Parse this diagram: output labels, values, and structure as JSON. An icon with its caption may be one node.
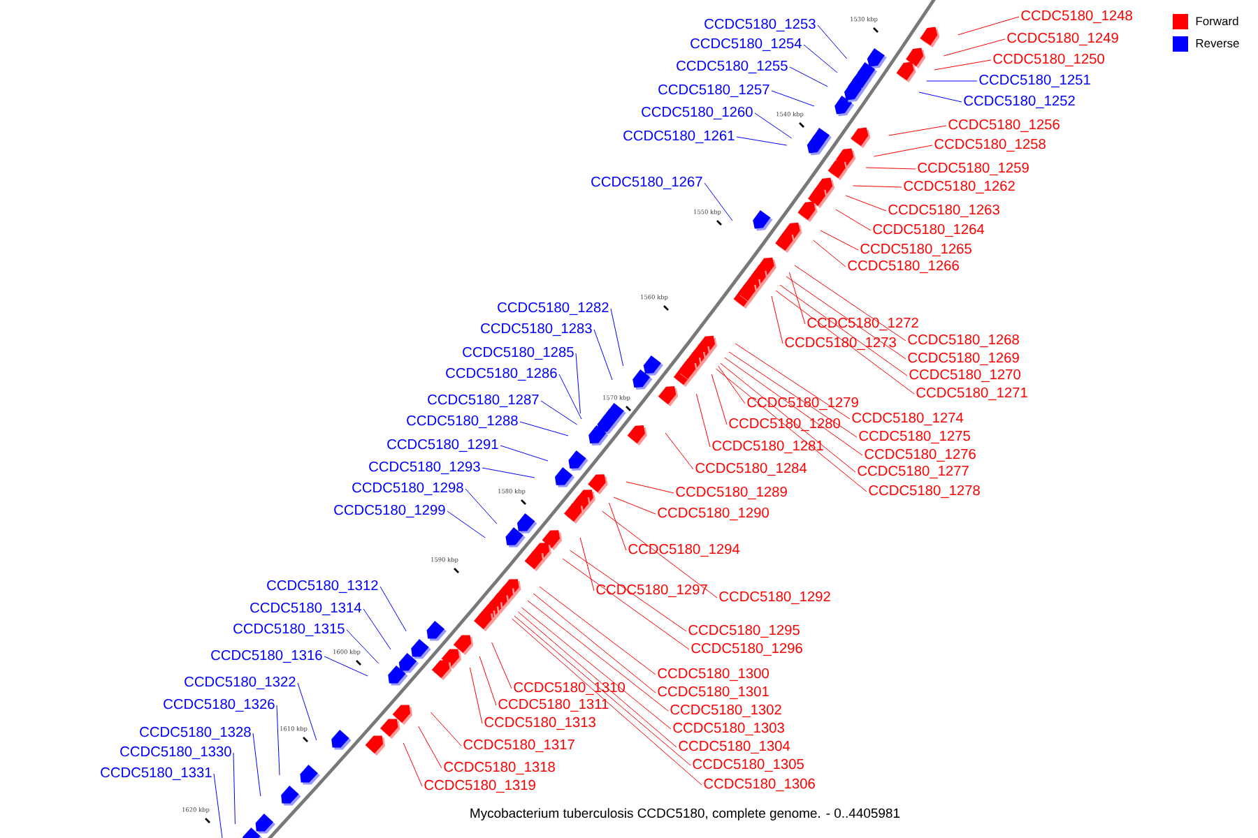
{
  "diagram": {
    "caption": "Mycobacterium tuberculosis CCDC5180, complete genome. - 0..4405981",
    "nodes": [
      {
        "text": [
          "CCDC5180_1248"
        ]
      },
      {
        "text": [
          "CCDC5180_1253"
        ]
      },
      {
        "text": [
          "CCDC5180_1249"
        ]
      },
      {
        "text": [
          "CCDC5180_1254"
        ]
      },
      {
        "text": [
          "CCDC5180_1250"
        ]
      },
      {
        "text": [
          "CCDC5180_1255"
        ]
      },
      {
        "text": [
          "CCDC5180_1251"
        ]
      },
      {
        "text": [
          "CCDC5180_1257"
        ]
      },
      {
        "text": [
          "CCDC5180_1252"
        ]
      },
      {
        "text": [
          "CCDC5180_1260"
        ]
      },
      {
        "text": [
          "CCDC5180_1256"
        ]
      },
      {
        "text": [
          "CCDC5180_1261"
        ]
      },
      {
        "text": [
          "CCDC5180_1258"
        ]
      },
      {
        "text": [
          "CCDC5180_1259"
        ]
      },
      {
        "text": [
          "CCDC5180_1267"
        ]
      },
      {
        "text": [
          "CCDC5180_1262"
        ]
      },
      {
        "text": [
          "CCDC5180_1263"
        ]
      },
      {
        "text": [
          "CCDC5180_1264"
        ]
      },
      {
        "text": [
          "CCDC5180_1265"
        ]
      },
      {
        "text": [
          "CCDC5180_1266"
        ]
      },
      {
        "text": [
          "CCDC5180_1282"
        ]
      },
      {
        "text": [
          "CCDC5180_1272"
        ]
      },
      {
        "text": [
          "CCDC5180_1283"
        ]
      },
      {
        "text": [
          "CCDC5180_1268"
        ]
      },
      {
        "text": [
          "CCDC5180_1273"
        ]
      },
      {
        "text": [
          "CCDC5180_1285"
        ]
      },
      {
        "text": [
          "CCDC5180_1269"
        ]
      },
      {
        "text": [
          "CCDC5180_1286"
        ]
      },
      {
        "text": [
          "CCDC5180_1270"
        ]
      },
      {
        "text": [
          "CCDC5180_1271"
        ]
      },
      {
        "text": [
          "CCDC5180_1287"
        ]
      },
      {
        "text": [
          "CCDC5180_1279"
        ]
      },
      {
        "text": [
          "CCDC5180_1274"
        ]
      },
      {
        "text": [
          "CCDC5180_1288"
        ]
      },
      {
        "text": [
          "CCDC5180_1280"
        ]
      },
      {
        "text": [
          "CCDC5180_1275"
        ]
      },
      {
        "text": [
          "CCDC5180_1291"
        ]
      },
      {
        "text": [
          "CCDC5180_1281"
        ]
      },
      {
        "text": [
          "CCDC5180_1276"
        ]
      },
      {
        "text": [
          "CCDC5180_1293"
        ]
      },
      {
        "text": [
          "CCDC5180_1284"
        ]
      },
      {
        "text": [
          "CCDC5180_1277"
        ]
      },
      {
        "text": [
          "CCDC5180_1298"
        ]
      },
      {
        "text": [
          "CCDC5180_1278"
        ]
      },
      {
        "text": [
          "CCDC5180_1289"
        ]
      },
      {
        "text": [
          "CCDC5180_1299"
        ]
      },
      {
        "text": [
          "CCDC5180_1290"
        ]
      },
      {
        "text": [
          "CCDC5180_1294"
        ]
      },
      {
        "text": [
          "CCDC5180_1312"
        ]
      },
      {
        "text": [
          "CCDC5180_1297"
        ]
      },
      {
        "text": [
          "CCDC5180_1292"
        ]
      },
      {
        "text": [
          "CCDC5180_1314"
        ]
      },
      {
        "text": [
          "CCDC5180_1315"
        ]
      },
      {
        "text": [
          "CCDC5180_1295"
        ]
      },
      {
        "text": [
          "CCDC5180_1296"
        ]
      },
      {
        "text": [
          "CCDC5180_1316"
        ]
      },
      {
        "text": [
          "CCDC5180_1300"
        ]
      },
      {
        "text": [
          "CCDC5180_1322"
        ]
      },
      {
        "text": [
          "CCDC5180_1310"
        ]
      },
      {
        "text": [
          "CCDC5180_1301"
        ]
      },
      {
        "text": [
          "CCDC5180_1326"
        ]
      },
      {
        "text": [
          "CCDC5180_1311"
        ]
      },
      {
        "text": [
          "CCDC5180_1302"
        ]
      },
      {
        "text": [
          "CCDC5180_1313"
        ]
      },
      {
        "text": [
          "CCDC5180_1303"
        ]
      },
      {
        "text": [
          "CCDC5180_1328"
        ]
      },
      {
        "text": [
          "CCDC5180_1317"
        ]
      },
      {
        "text": [
          "CCDC5180_1304"
        ]
      },
      {
        "text": [
          "CCDC5180_1330"
        ]
      },
      {
        "text": [
          "CCDC5180_1305"
        ]
      },
      {
        "text": [
          "CCDC5180_1318"
        ]
      },
      {
        "text": [
          "CCDC5180_1331"
        ]
      },
      {
        "text": [
          "CCDC5180_1306"
        ]
      },
      {
        "text": [
          "CCDC5180_1319"
        ]
      }
    ],
    "edges": [
      {
        "from": 0,
        "to": null,
        "arrow": "none"
      },
      {
        "from": 1,
        "to": null,
        "arrow": "none",
        "color": "#0000ff"
      },
      {
        "from": 2,
        "to": null,
        "arrow": "none"
      },
      {
        "from": 3,
        "to": null,
        "arrow": "none",
        "color": "#0000ff"
      },
      {
        "from": 4,
        "to": null,
        "arrow": "none"
      },
      {
        "from": 5,
        "to": null,
        "arrow": "none",
        "color": "#0000ff"
      },
      {
        "from": 6,
        "to": null,
        "arrow": "none",
        "color": "#0000ff"
      },
      {
        "from": 7,
        "to": null,
        "arrow": "none",
        "color": "#0000ff"
      },
      {
        "from": 8,
        "to": null,
        "arrow": "none",
        "color": "#0000ff"
      },
      {
        "from": 9,
        "to": null,
        "arrow": "none",
        "color": "#0000ff"
      },
      {
        "from": 10,
        "to": null,
        "arrow": "none"
      },
      {
        "from": 11,
        "to": null,
        "arrow": "none",
        "color": "#0000ff"
      },
      {
        "from": 12,
        "to": null,
        "arrow": "none"
      },
      {
        "from": 13,
        "to": null,
        "arrow": "none"
      },
      {
        "from": 14,
        "to": null,
        "arrow": "none",
        "color": "#0000ff"
      },
      {
        "from": 15,
        "to": null,
        "arrow": "none"
      },
      {
        "from": 16,
        "to": null,
        "arrow": "none"
      },
      {
        "from": 17,
        "to": null,
        "arrow": "none"
      },
      {
        "from": 18,
        "to": null,
        "arrow": "none"
      },
      {
        "from": 19,
        "to": null,
        "arrow": "none"
      },
      {
        "from": 20,
        "to": null,
        "arrow": "none",
        "color": "#0000ff"
      },
      {
        "from": 21,
        "to": null,
        "arrow": "none"
      },
      {
        "from": 22,
        "to": null,
        "arrow": "none",
        "color": "#0000ff"
      },
      {
        "from": 23,
        "to": null,
        "arrow": "none"
      },
      {
        "from": 24,
        "to": null,
        "arrow": "none"
      },
      {
        "from": 25,
        "to": null,
        "arrow": "none",
        "color": "#0000ff"
      },
      {
        "from": 26,
        "to": null,
        "arrow": "none"
      },
      {
        "from": 27,
        "to": null,
        "arrow": "none",
        "color": "#0000ff"
      },
      {
        "from": 28,
        "to": null,
        "arrow": "none"
      },
      {
        "from": 29,
        "to": null,
        "arrow": "none"
      },
      {
        "from": 30,
        "to": null,
        "arrow": "none",
        "color": "#0000ff"
      },
      {
        "from": 31,
        "to": null,
        "arrow": "none"
      },
      {
        "from": 32,
        "to": null,
        "arrow": "none"
      },
      {
        "from": 33,
        "to": null,
        "arrow": "none",
        "color": "#0000ff"
      },
      {
        "from": 34,
        "to": null,
        "arrow": "none"
      },
      {
        "from": 35,
        "to": null,
        "arrow": "none"
      },
      {
        "from": 36,
        "to": null,
        "arrow": "none",
        "color": "#0000ff"
      },
      {
        "from": 37,
        "to": null,
        "arrow": "none"
      },
      {
        "from": 38,
        "to": null,
        "arrow": "none"
      },
      {
        "from": 39,
        "to": null,
        "arrow": "none",
        "color": "#0000ff"
      },
      {
        "from": 40,
        "to": null,
        "arrow": "none"
      },
      {
        "from": 41,
        "to": null,
        "arrow": "none"
      },
      {
        "from": 42,
        "to": null,
        "arrow": "none",
        "color": "#0000ff"
      },
      {
        "from": 43,
        "to": null,
        "arrow": "none"
      },
      {
        "from": 44,
        "to": null,
        "arrow": "none"
      },
      {
        "from": 45,
        "to": null,
        "arrow": "none",
        "color": "#0000ff"
      },
      {
        "from": 46,
        "to": null,
        "arrow": "none"
      },
      {
        "from": 47,
        "to": null,
        "arrow": "none"
      },
      {
        "from": 48,
        "to": null,
        "arrow": "none",
        "color": "#0000ff"
      },
      {
        "from": 49,
        "to": null,
        "arrow": "none"
      },
      {
        "from": 50,
        "to": null,
        "arrow": "none"
      },
      {
        "from": 51,
        "to": null,
        "arrow": "none",
        "color": "#0000ff"
      },
      {
        "from": 52,
        "to": null,
        "arrow": "none",
        "color": "#0000ff"
      },
      {
        "from": 53,
        "to": null,
        "arrow": "none"
      },
      {
        "from": 54,
        "to": null,
        "arrow": "none"
      },
      {
        "from": 55,
        "to": null,
        "arrow": "none",
        "color": "#0000ff"
      },
      {
        "from": 56,
        "to": null,
        "arrow": "none"
      },
      {
        "from": 57,
        "to": null,
        "arrow": "none",
        "color": "#0000ff"
      },
      {
        "from": 58,
        "to": null,
        "arrow": "none"
      },
      {
        "from": 59,
        "to": null,
        "arrow": "none"
      },
      {
        "from": 60,
        "to": null,
        "arrow": "none",
        "color": "#0000ff"
      },
      {
        "from": 61,
        "to": null,
        "arrow": "none"
      },
      {
        "from": 62,
        "to": null,
        "arrow": "none"
      },
      {
        "from": 63,
        "to": null,
        "arrow": "none"
      },
      {
        "from": 64,
        "to": null,
        "arrow": "none"
      },
      {
        "from": 65,
        "to": null,
        "arrow": "none",
        "color": "#0000ff"
      },
      {
        "from": 66,
        "to": null,
        "arrow": "none"
      },
      {
        "from": 67,
        "to": null,
        "arrow": "none"
      },
      {
        "from": 68,
        "to": null,
        "arrow": "none",
        "color": "#0000ff"
      },
      {
        "from": 69,
        "to": null,
        "arrow": "none"
      },
      {
        "from": 70,
        "to": null,
        "arrow": "none"
      },
      {
        "from": 71,
        "to": null,
        "arrow": "none",
        "color": "#0000ff"
      },
      {
        "from": 72,
        "to": null,
        "arrow": "none"
      },
      {
        "from": 73,
        "to": null,
        "arrow": "none"
      }
    ],
    "labels": [
      "1530 kbp",
      "1540 kbp",
      "1550 kbp",
      "1560 kbp",
      "1570 kbp",
      "1580 kbp",
      "1590 kbp",
      "1600 kbp",
      "1610 kbp",
      "1620 kbp"
    ],
    "legend": [
      {
        "text": "Forward",
        "color": "#ff0000"
      },
      {
        "text": "Reverse",
        "color": "#0000ff"
      }
    ]
  }
}
